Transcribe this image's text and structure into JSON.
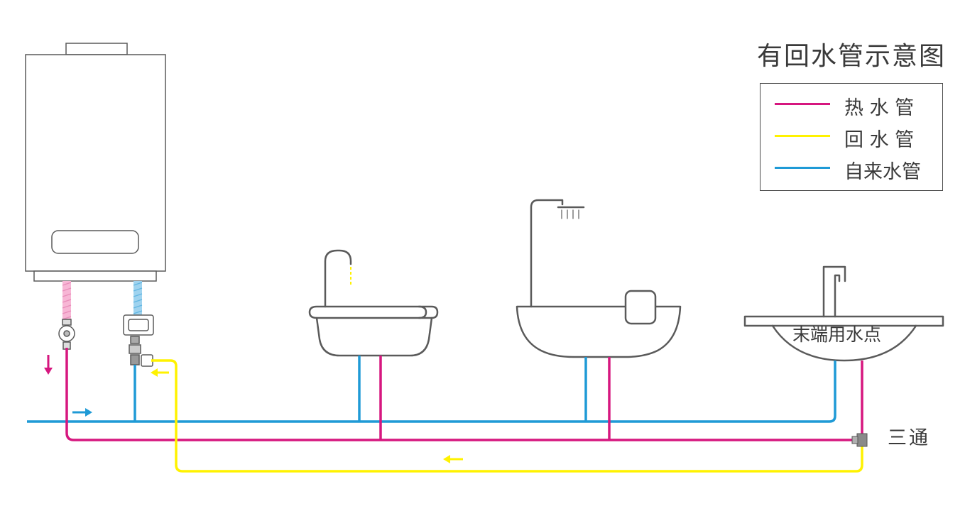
{
  "title": "有回水管示意图",
  "legend": {
    "items": [
      {
        "label": "热 水 管",
        "color": "#d6177f"
      },
      {
        "label": "回 水 管",
        "color": "#fff200"
      },
      {
        "label": "自来水管",
        "color": "#1f9ad6"
      }
    ]
  },
  "labels": {
    "endpoint": "末端用水点",
    "tee": "三通"
  },
  "colors": {
    "hot": "#d6177f",
    "return": "#fff200",
    "cold": "#1f9ad6",
    "outline": "#5a5a5a"
  }
}
